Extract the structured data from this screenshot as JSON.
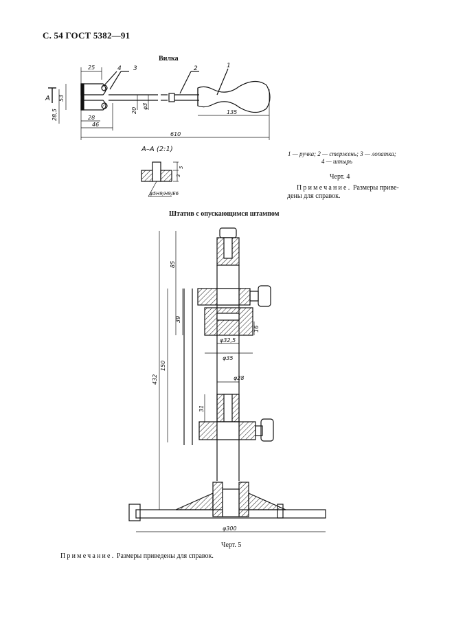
{
  "page": {
    "header": "С. 54 ГОСТ 5382—91"
  },
  "figure4": {
    "title": "Вилка",
    "section_label": "А–А (2:1)",
    "legend_line1": "1 — ручка; 2 — стержень; 3 — лопатка;",
    "legend_line2": "4 — штырь",
    "caption": "Черт. 4",
    "note_label": "Примечание.",
    "note_text_line1": " Размеры приве-",
    "note_text_line2": "дены для справок.",
    "dimensions": {
      "d25": "25",
      "d53": "53",
      "d28_5": "28,5",
      "d28": "28",
      "d46": "46",
      "d20": "20",
      "d3": "φ3",
      "d135": "135",
      "d610": "610",
      "section_5": "5",
      "section_3": "3",
      "section_chamfer": "φ5Н9/Н9/Е6"
    },
    "callouts": [
      "1",
      "2",
      "3",
      "4"
    ],
    "view_marker": "А"
  },
  "figure5": {
    "title": "Штатив с опускающимся штампом",
    "caption": "Черт. 5",
    "note_label": "Примечание.",
    "note_text": " Размеры приведены для справок.",
    "dimensions": {
      "d432": "432",
      "d150": "150",
      "d85": "85",
      "d39": "39",
      "d16": "16",
      "d32_5": "φ32,5",
      "d35": "φ35",
      "d28": "φ28",
      "d31": "31",
      "d300": "φ300"
    }
  }
}
